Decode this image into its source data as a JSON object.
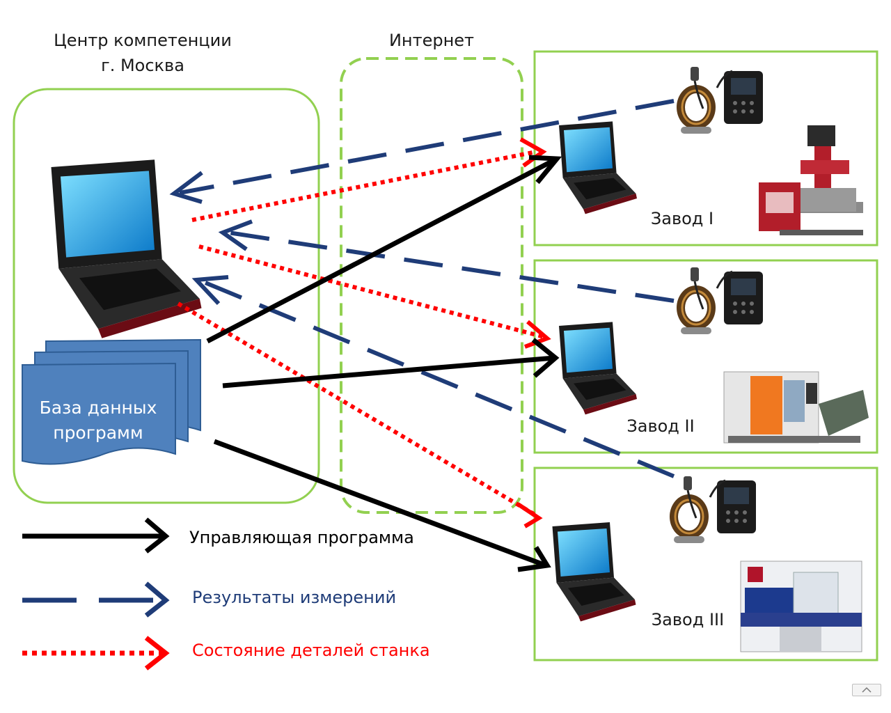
{
  "center": {
    "title_line1": "Центр компетенции",
    "title_line2": "г. Москва"
  },
  "internet": {
    "title": "Интернет"
  },
  "database": {
    "line1": "База данных",
    "line2": "программ"
  },
  "plants": [
    {
      "label": "Завод I"
    },
    {
      "label": "Завод II"
    },
    {
      "label": "Завод III"
    }
  ],
  "legend": [
    {
      "label": "Управляющая программа",
      "style": "solid",
      "color": "#000000"
    },
    {
      "label": "Результаты измерений",
      "style": "dashed",
      "color": "#1f3c78"
    },
    {
      "label": "Состояние деталей станка",
      "style": "dotted",
      "color": "#ff0000"
    }
  ],
  "colors": {
    "frame": "#92d050",
    "control": "#000000",
    "measure": "#1f3c78",
    "state": "#ff0000",
    "database": "#4f81bd"
  }
}
